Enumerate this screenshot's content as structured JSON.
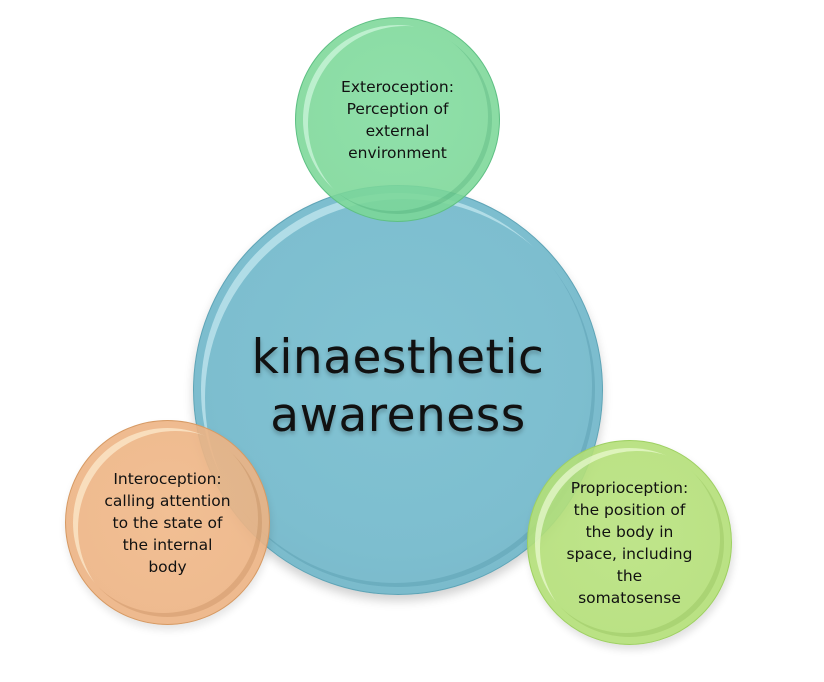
{
  "diagram": {
    "type": "radial-venn",
    "center": {
      "label_line1": "kinaesthetic",
      "label_line2": "awareness",
      "color": "#7dbfcf"
    },
    "satellites": [
      {
        "position": "top",
        "lines": [
          "Exteroception:",
          "Perception of",
          "external",
          "environment"
        ],
        "color": "#80dc9e"
      },
      {
        "position": "bottom-left",
        "lines": [
          "Interoception:",
          "calling attention",
          "to the state of",
          "the internal",
          "body"
        ],
        "color": "#f0b888"
      },
      {
        "position": "bottom-right",
        "lines": [
          "Proprioception:",
          "the position of",
          "the body in",
          "space, including",
          "the",
          "somatosense"
        ],
        "color": "#b8e27e"
      }
    ]
  }
}
